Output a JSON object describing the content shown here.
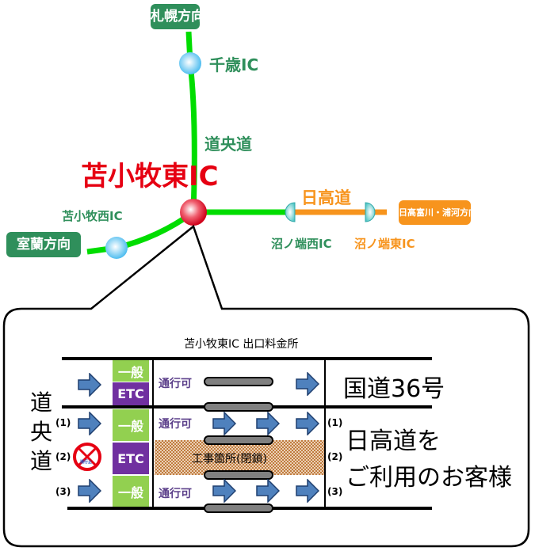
{
  "map": {
    "sapporo": "札幌方向",
    "chitose_ic": "千歳IC",
    "doo_road": "道央道",
    "tomakomai_higashi_ic": "苫小牧東IC",
    "tomakomai_nishi_ic": "苫小牧西IC",
    "muroran": "室蘭方向",
    "hidaka_road": "日高道",
    "numanohata_nishi_ic": "沼ノ端西IC",
    "numanohata_higashi_ic": "沼ノ端東IC",
    "hidaka_direction": "日高富川・浦河方向"
  },
  "detail": {
    "title": "苫小牧東IC  出口料金所",
    "booths": [
      "一般",
      "ETC",
      "一般",
      "ETC",
      "一般"
    ],
    "pass_label": "通行可",
    "construction": "工事箇所(閉鎖)",
    "doo_vertical": [
      "道",
      "央",
      "道"
    ],
    "lane_nums": [
      "(1)",
      "(2)",
      "(3)"
    ],
    "route36": "国道36号",
    "hidaka_line1": "日高道を",
    "hidaka_line2": "ご利用のお客様",
    "no_entry_sign": "通行止"
  },
  "colors": {
    "green": "#2f8f5b",
    "orange": "#f7941d",
    "red": "#e60012",
    "arrow": "#4f81bd"
  }
}
